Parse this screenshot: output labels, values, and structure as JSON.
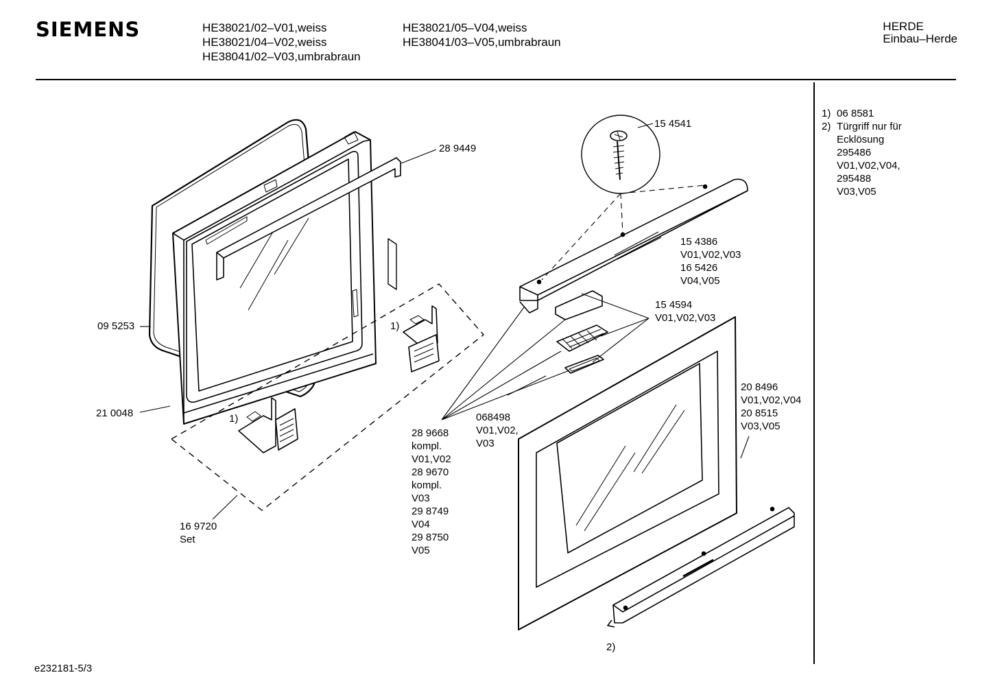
{
  "header": {
    "brand": "SIEMENS",
    "models_col1": [
      "HE38021/02–V01,weiss",
      "HE38021/04–V02,weiss",
      "HE38041/02–V03,umbrabraun"
    ],
    "models_col2": [
      "HE38021/05–V04,weiss",
      "HE38041/03–V05,umbrabraun"
    ],
    "category": [
      "HERDE",
      "Einbau–Herde"
    ]
  },
  "notes": {
    "n1_num": "1)",
    "n1_text": "06 8581",
    "n2_num": "2)",
    "n2_lines": [
      "Türgriff nur für",
      "Ecklösung",
      "295486",
      "V01,V02,V04,",
      "295488",
      "V03,V05"
    ]
  },
  "labels": {
    "p289449": "28 9449",
    "p095253": "09 5253",
    "p210048": "21 0048",
    "p169720": [
      "16 9720",
      "Set"
    ],
    "fn1_left": "1)",
    "fn1_mid": "1)",
    "p154541": "15 4541",
    "p154386": [
      "15 4386",
      "V01,V02,V03",
      "16 5426",
      "V04,V05"
    ],
    "p154594": [
      "15 4594",
      "V01,V02,V03"
    ],
    "p068498": [
      "068498",
      "V01,V02,",
      "V03"
    ],
    "p289668": [
      "28 9668",
      "kompl.",
      "V01,V02",
      "28 9670",
      "kompl.",
      "V03",
      "29 8749",
      "V04",
      "29 8750",
      "V05"
    ],
    "p208496": [
      "20 8496",
      "V01,V02,V04",
      "20 8515",
      "V03,V05"
    ],
    "fn2_handle": "2)"
  },
  "footer": {
    "code": "e232181-5/3"
  }
}
